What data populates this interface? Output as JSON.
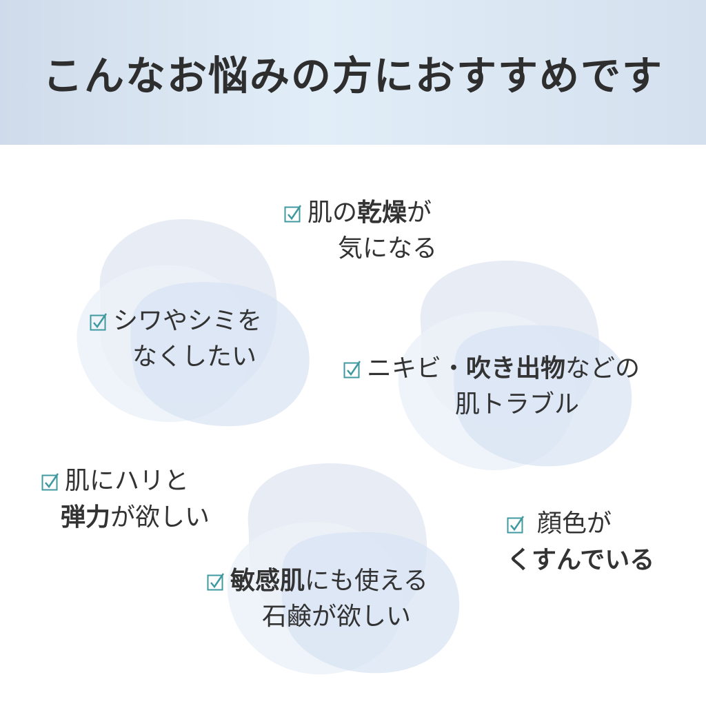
{
  "header": {
    "title": "こんなお悩みの方におすすめです"
  },
  "items": [
    {
      "line1": "肌の",
      "line1_bold": "乾燥",
      "line1_tail": "が",
      "line2": "気になる"
    },
    {
      "line1": "シワやシミを",
      "line2": "なくしたい"
    },
    {
      "line1": "ニキビ・",
      "line1_bold": "吹き出物",
      "line1_tail": "などの",
      "line2": "肌トラブル"
    },
    {
      "line1": "肌にハリと",
      "line2_bold": "弾力",
      "line2": "が欲しい"
    },
    {
      "line1": "顔色が",
      "line2": "くすんでいる"
    },
    {
      "line1_bold": "敏感肌",
      "line1": "にも使える",
      "line2": "石鹸が欲しい"
    }
  ],
  "colors": {
    "check": "#3f9aa0",
    "blob": "#c8d6ec"
  },
  "icons": {
    "check": "checkbox-checked-icon"
  }
}
